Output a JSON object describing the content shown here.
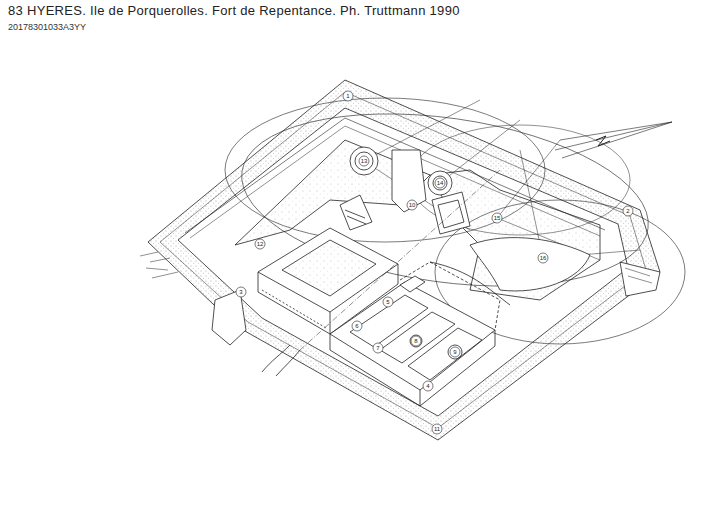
{
  "diagram": {
    "title": "83 HYERES. Ile de Porquerolles. Fort de Repentance. Ph. Truttmann 1990",
    "labels": [
      "20178301033A3YY",
      "1",
      "2",
      "3",
      "4",
      "5",
      "6",
      "7",
      "8",
      "9",
      "10",
      "11",
      "12",
      "13",
      "14",
      "15",
      "16"
    ]
  }
}
